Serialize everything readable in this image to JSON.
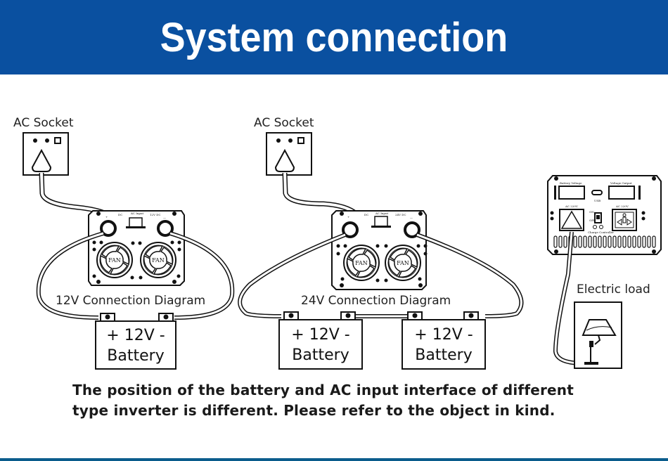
{
  "header": {
    "title": "System connection",
    "background": "#0a50a0"
  },
  "diagrams": {
    "left": {
      "socket_label": "AC Socket",
      "caption": "12V Connection Diagram",
      "inverter": {
        "plus": "+",
        "minus": "—",
        "dc_label": "DC",
        "ac_input": "AC Input",
        "voltage_dc": "12V DC",
        "fan1": "FAN",
        "fan2": "FAN"
      },
      "battery": {
        "polarity": "+ 12V -",
        "label": "Battery"
      }
    },
    "middle": {
      "socket_label": "AC Socket",
      "caption": "24V Connection Diagram",
      "inverter": {
        "plus": "+",
        "minus": "—",
        "dc_label": "DC",
        "ac_input": "AC Input",
        "voltage_dc": "24V DC",
        "fan1": "FAN",
        "fan2": "FAN"
      },
      "batteries": [
        {
          "polarity": "+ 12V -",
          "label": "Battery"
        },
        {
          "polarity": "+ 12V -",
          "label": "Battery"
        }
      ]
    },
    "right": {
      "inverter": {
        "display1": "Battery Voltage",
        "display2": "Voltage Output",
        "usb": "USB",
        "ac_in": "AC 220V",
        "ac_out": "AC 220V",
        "on": "ON",
        "off": "OFF",
        "switch_label": "Charge Controller"
      },
      "load_label": "Electric load"
    }
  },
  "note": {
    "line1": "The position of the battery and AC input interface of different",
    "line2": "type inverter is different. Please refer to the object in kind."
  }
}
